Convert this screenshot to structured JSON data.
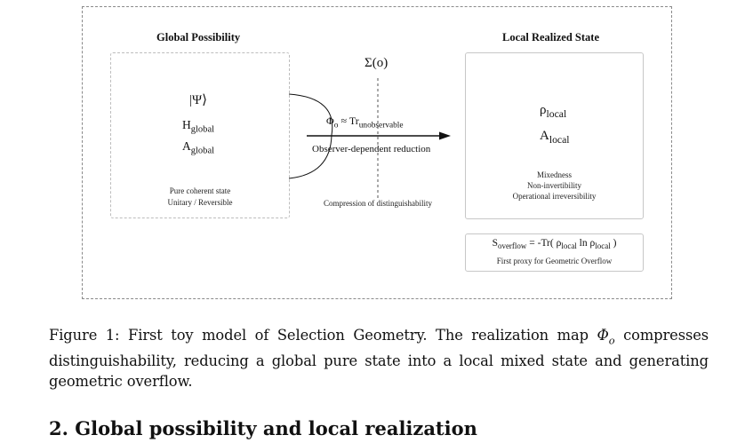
{
  "figure": {
    "left_title": "Global Possibility",
    "right_title": "Local Realized State",
    "sigma_label": "Σ(o)",
    "left_box": {
      "psi": "|Ψ⟩",
      "h_base": "H",
      "h_sub": "global",
      "a_base": "A",
      "a_sub": "global",
      "desc_line1": "Pure coherent state",
      "desc_line2": "Unitary / Reversible"
    },
    "map": {
      "phi_base": "Φ",
      "phi_sub": "o",
      "approx": " ≈ Tr",
      "approx_sub": "unobservable",
      "reduction": "Observer-dependent reduction",
      "compression": "Compression of distinguishability"
    },
    "right_box": {
      "rho_base": "ρ",
      "rho_sub": "local",
      "a_base": "A",
      "a_sub": "local",
      "prop1": "Mixedness",
      "prop2": "Non-invertibility",
      "prop3": "Operational irreversibility"
    },
    "overflow_box": {
      "s_base": "S",
      "s_sub": "overflow",
      "eq_part1": " = -Tr( ",
      "rho1": "ρ",
      "rho1_sub": "local",
      "ln": " ln ",
      "rho2": "ρ",
      "rho2_sub": "local",
      "close": " )",
      "note": "First proxy for Geometric Overflow"
    }
  },
  "caption": {
    "part1": "Figure 1: First toy model of Selection Geometry. The realization map ",
    "phi": "Φ",
    "phi_sub": "o",
    "part2": " compresses distinguishability, reducing a global pure state into a local mixed state and generating geometric overflow."
  },
  "section": {
    "title": "2. Global possibility and local realization"
  }
}
